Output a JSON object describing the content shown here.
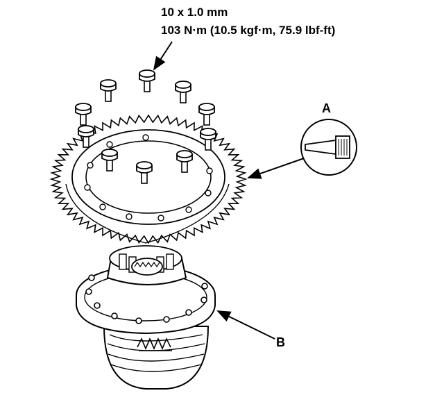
{
  "spec": {
    "bolt_size": "10 x 1.0 mm",
    "torque": "103 N·m (10.5 kgf·m, 75.9 lbf-ft)"
  },
  "callouts": {
    "a": "A",
    "b": "B"
  },
  "colors": {
    "ink": "#000000",
    "paper": "#ffffff",
    "shade": "#e6e6e6"
  }
}
